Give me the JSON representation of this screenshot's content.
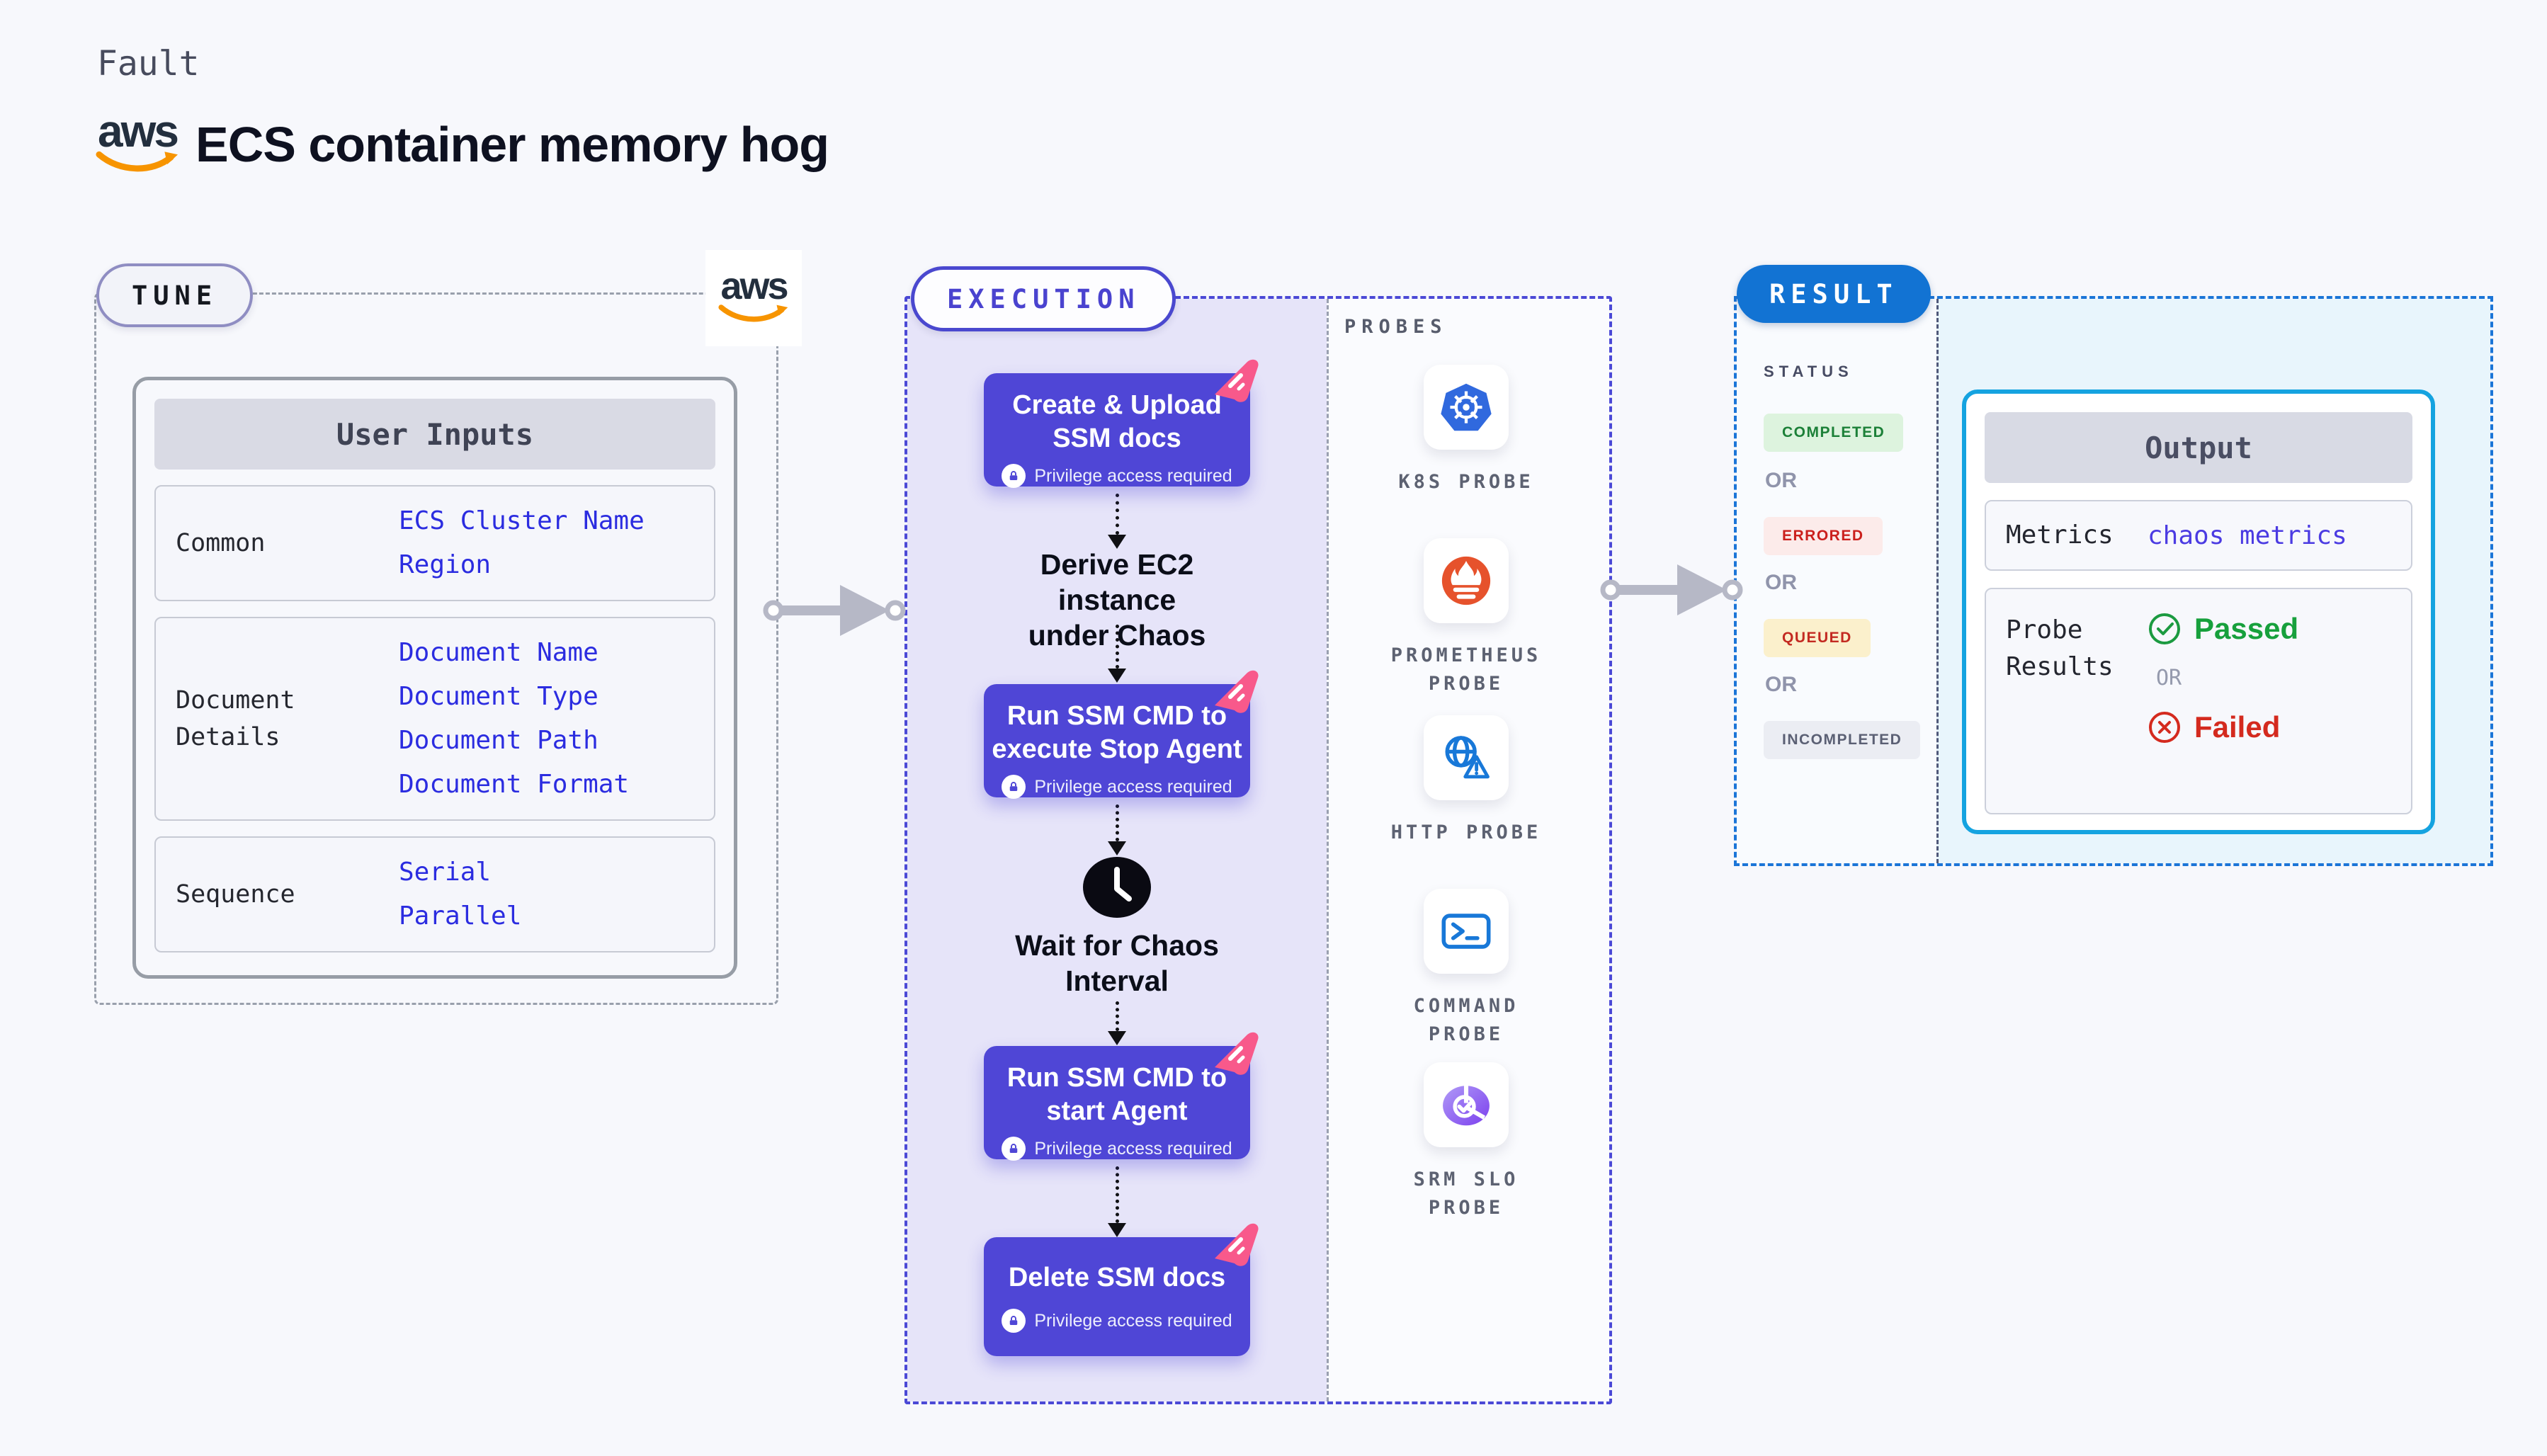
{
  "header": {
    "kind_label": "Fault",
    "title": "ECS container memory hog",
    "brand_text": "aws"
  },
  "tune": {
    "pill": "TUNE",
    "table": {
      "header": "User Inputs",
      "groups": [
        {
          "label": "Common",
          "values": [
            "ECS Cluster Name",
            "Region"
          ]
        },
        {
          "label": "Document Details",
          "values": [
            "Document Name",
            "Document Type",
            "Document Path",
            "Document Format"
          ]
        },
        {
          "label": "Sequence",
          "values": [
            "Serial",
            "Parallel"
          ]
        }
      ]
    }
  },
  "execution": {
    "pill": "EXECUTION",
    "steps": {
      "card1": "Create & Upload\nSSM docs",
      "derive": "Derive EC2 instance\nunder Chaos",
      "card2": "Run SSM CMD to\nexecute Stop Agent",
      "wait": "Wait for Chaos\nInterval",
      "card3": "Run SSM CMD to\nstart Agent",
      "card4": "Delete SSM docs",
      "privilege": "Privilege access required"
    },
    "probes": {
      "heading": "PROBES",
      "items": [
        {
          "label": "K8S PROBE",
          "icon": "kubernetes-wheel-icon"
        },
        {
          "label": "PROMETHEUS\nPROBE",
          "icon": "prometheus-flame-icon"
        },
        {
          "label": "HTTP PROBE",
          "icon": "globe-alert-icon"
        },
        {
          "label": "COMMAND\nPROBE",
          "icon": "terminal-icon"
        },
        {
          "label": "SRM SLO\nPROBE",
          "icon": "donut-check-icon"
        }
      ]
    }
  },
  "result": {
    "pill": "RESULT",
    "status": {
      "heading": "STATUS",
      "completed": "COMPLETED",
      "errored": "ERRORED",
      "queued": "QUEUED",
      "incompleted": "INCOMPLETED",
      "or": "OR"
    },
    "output": {
      "header": "Output",
      "metrics_label": "Metrics",
      "metrics_value": "chaos metrics",
      "probe_results_label": "Probe\nResults",
      "passed": "Passed",
      "or": "OR",
      "failed": "Failed"
    }
  },
  "colors": {
    "accent_indigo": "#4f46d6",
    "pill_indigo_border": "#4a48cf",
    "execution_lavender": "#e6e4f9",
    "result_blue": "#1273d3",
    "result_dash_blue": "#1b75d7",
    "output_cyan_border": "#15a3e0",
    "value_blue": "#2b2ce0",
    "metrics_blue": "#4b3be2",
    "passed_green": "#17a03c",
    "completed_green": "#1c8038",
    "failed_red": "#d42a1e",
    "errored_red": "#cb201d",
    "queued_bg": "#fbf0cc",
    "chaos_flag_pink": "#f8598b",
    "arrow_gray": "#b6b8c6",
    "aws_orange": "#f79400"
  }
}
